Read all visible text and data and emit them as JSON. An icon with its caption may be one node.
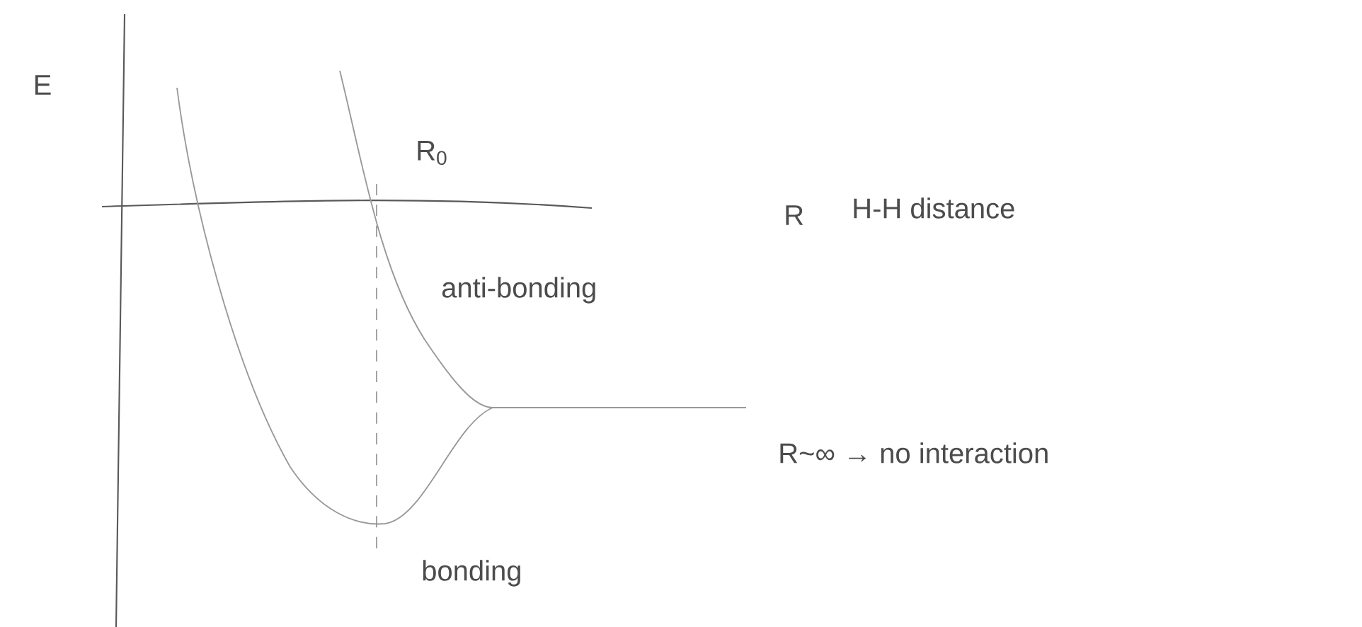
{
  "diagram": {
    "labels": [
      "E",
      "R$_{0}$",
      "R",
      "H-H distance",
      "anti-bonding",
      "R~∞ → no interaction",
      "bonding"
    ]
  }
}
